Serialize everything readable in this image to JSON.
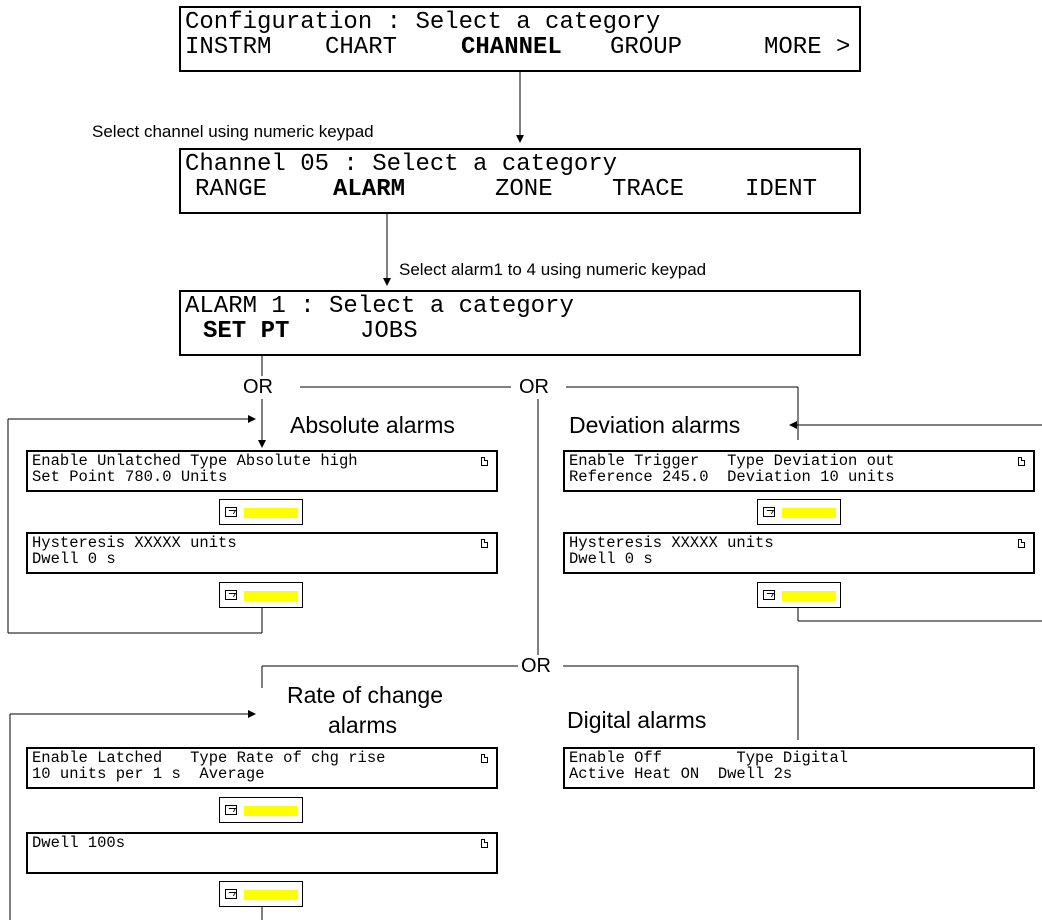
{
  "screens": {
    "config": {
      "line1": "Configuration : Select a category",
      "soft": [
        "INSTRM",
        "CHART",
        "CHANNEL",
        "GROUP",
        "MORE >"
      ]
    },
    "channel": {
      "line1": "Channel 05 : Select a category",
      "soft": [
        "RANGE",
        "ALARM",
        "ZONE",
        "TRACE",
        "IDENT"
      ]
    },
    "alarm": {
      "line1": "ALARM 1 : Select a category",
      "soft": [
        "SET PT",
        "JOBS"
      ]
    }
  },
  "labels": {
    "select_channel": "Select channel using numeric keypad",
    "select_alarm": "Select alarm1 to 4 using numeric keypad",
    "or": "OR",
    "absolute": "Absolute alarms",
    "deviation": "Deviation alarms",
    "rate_l1": "Rate of change",
    "rate_l2": "alarms",
    "digital": "Digital alarms"
  },
  "panels": {
    "abs1": {
      "l1": "Enable Unlatched Type Absolute high",
      "l2": "Set Point 780.0 Units"
    },
    "abs2": {
      "l1": "Hysteresis XXXXX units",
      "l2": "Dwell 0 s"
    },
    "dev1": {
      "l1": "Enable Trigger   Type Deviation out",
      "l2": "Reference 245.0  Deviation 10 units"
    },
    "dev2": {
      "l1": "Hysteresis XXXXX units",
      "l2": "Dwell 0 s"
    },
    "rate1": {
      "l1": "Enable Latched   Type Rate of chg rise",
      "l2": "10 units per 1 s  Average"
    },
    "rate2": {
      "l1": "Dwell 100s",
      "l2": ""
    },
    "dig1": {
      "l1": "Enable Off        Type Digital",
      "l2": "Active Heat ON  Dwell 2s"
    }
  },
  "colors": {
    "key_highlight": "#ffff00",
    "line": "#000000"
  }
}
